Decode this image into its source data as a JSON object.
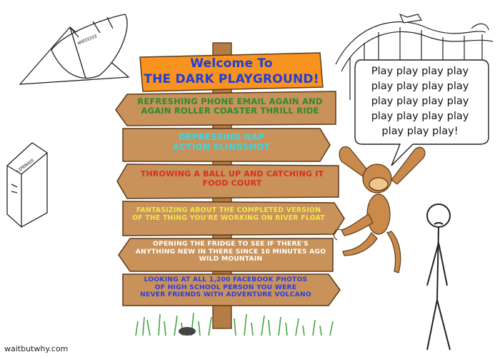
{
  "title_sign": {
    "line1": "Welcome To",
    "line2": "THE DARK PLAYGROUND!",
    "color": "#1f3fd8",
    "bg": "#f7931e"
  },
  "signs": [
    {
      "text": "REFRESHING PHONE EMAIL AGAIN AND\nAGAIN ROLLER COASTER THRILL RIDE",
      "color": "#2e8b2e"
    },
    {
      "text": "DEPRESSING NAP\nACTION SLINGSHOT",
      "color": "#3fd6e0"
    },
    {
      "text": "THROWING A BALL UP AND CATCHING IT\nFOOD COURT",
      "color": "#d92f1f"
    },
    {
      "text": "FANTASIZING ABOUT THE COMPLETED VERSION\nOF THE THING YOU'RE WORKING ON RIVER FLOAT",
      "color": "#f2e64a"
    },
    {
      "text": "OPENING THE FRIDGE TO SEE IF THERE'S\nANYTHING NEW IN THERE SINCE 10 MINUTES AGO\nWILD MOUNTAIN",
      "color": "#ffffff"
    },
    {
      "text": "LOOKING AT ALL 1,200 FACEBOOK PHOTOS\nOF HIGH SCHOOL PERSON YOU WERE\nNEVER FRIENDS WITH ADVENTURE VOLCANO",
      "color": "#2f3ce0"
    }
  ],
  "speech_bubble": {
    "text": "Play play play play\nplay play play play\nplay play play play\nplay play play play\nplay play play!"
  },
  "credit": "waitbutwhy.com",
  "ride_labels": {
    "saucer": "WHEEEEEE",
    "box": "LEMONADE"
  },
  "colors": {
    "wood": "#c8925a",
    "wood_dark": "#8b5a2b",
    "grass": "#3fa83f",
    "outline": "#222222",
    "monkey": "#c98a4b"
  }
}
